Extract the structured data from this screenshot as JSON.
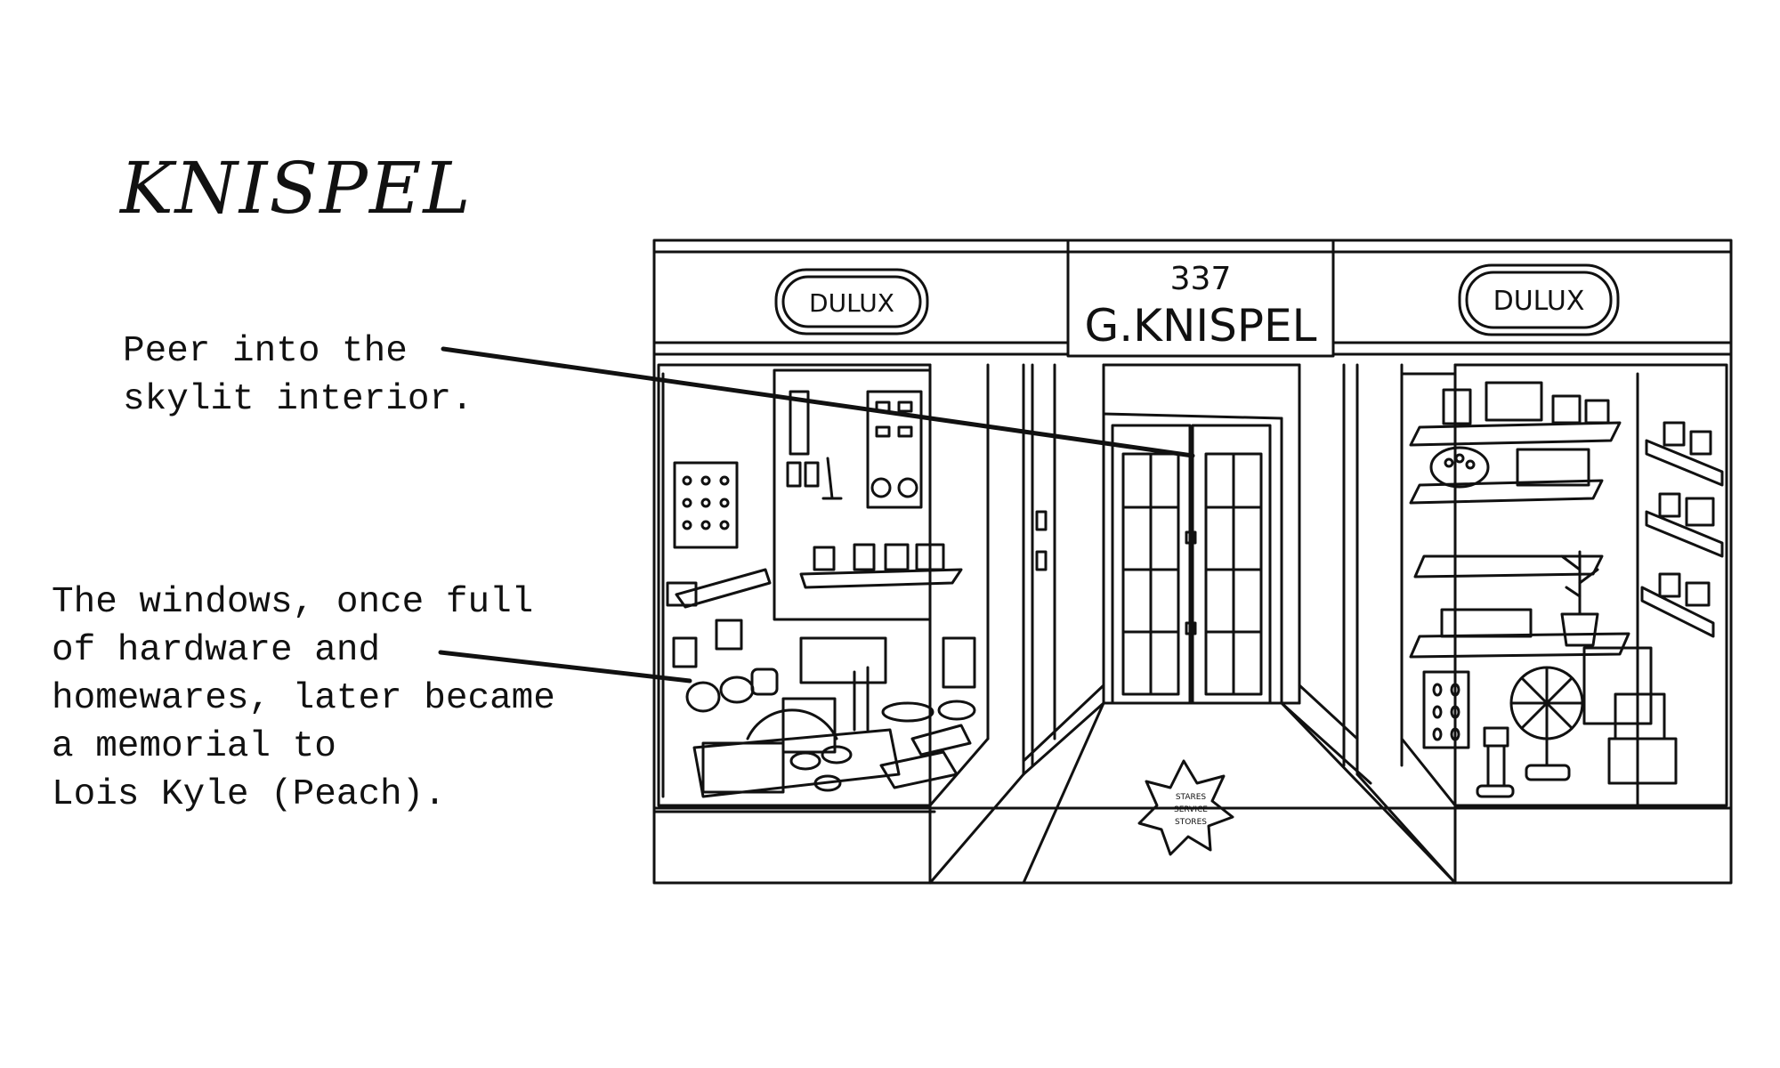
{
  "title": "KNISPEL",
  "notes": {
    "interior": [
      "Peer into the",
      "skylit interior."
    ],
    "windows": [
      "The windows, once full",
      "of hardware and",
      "homewares, later became",
      "a memorial to",
      "Lois Kyle (Peach)."
    ]
  },
  "shopfront": {
    "number": "337",
    "name": "G.KNISPEL",
    "sign_left": "DULUX",
    "sign_right": "DULUX",
    "mat_line1": "STARES",
    "mat_line2": "SERVICE",
    "mat_line3": "STORES"
  },
  "colors": {
    "ink": "#111111",
    "paper": "#ffffff"
  }
}
